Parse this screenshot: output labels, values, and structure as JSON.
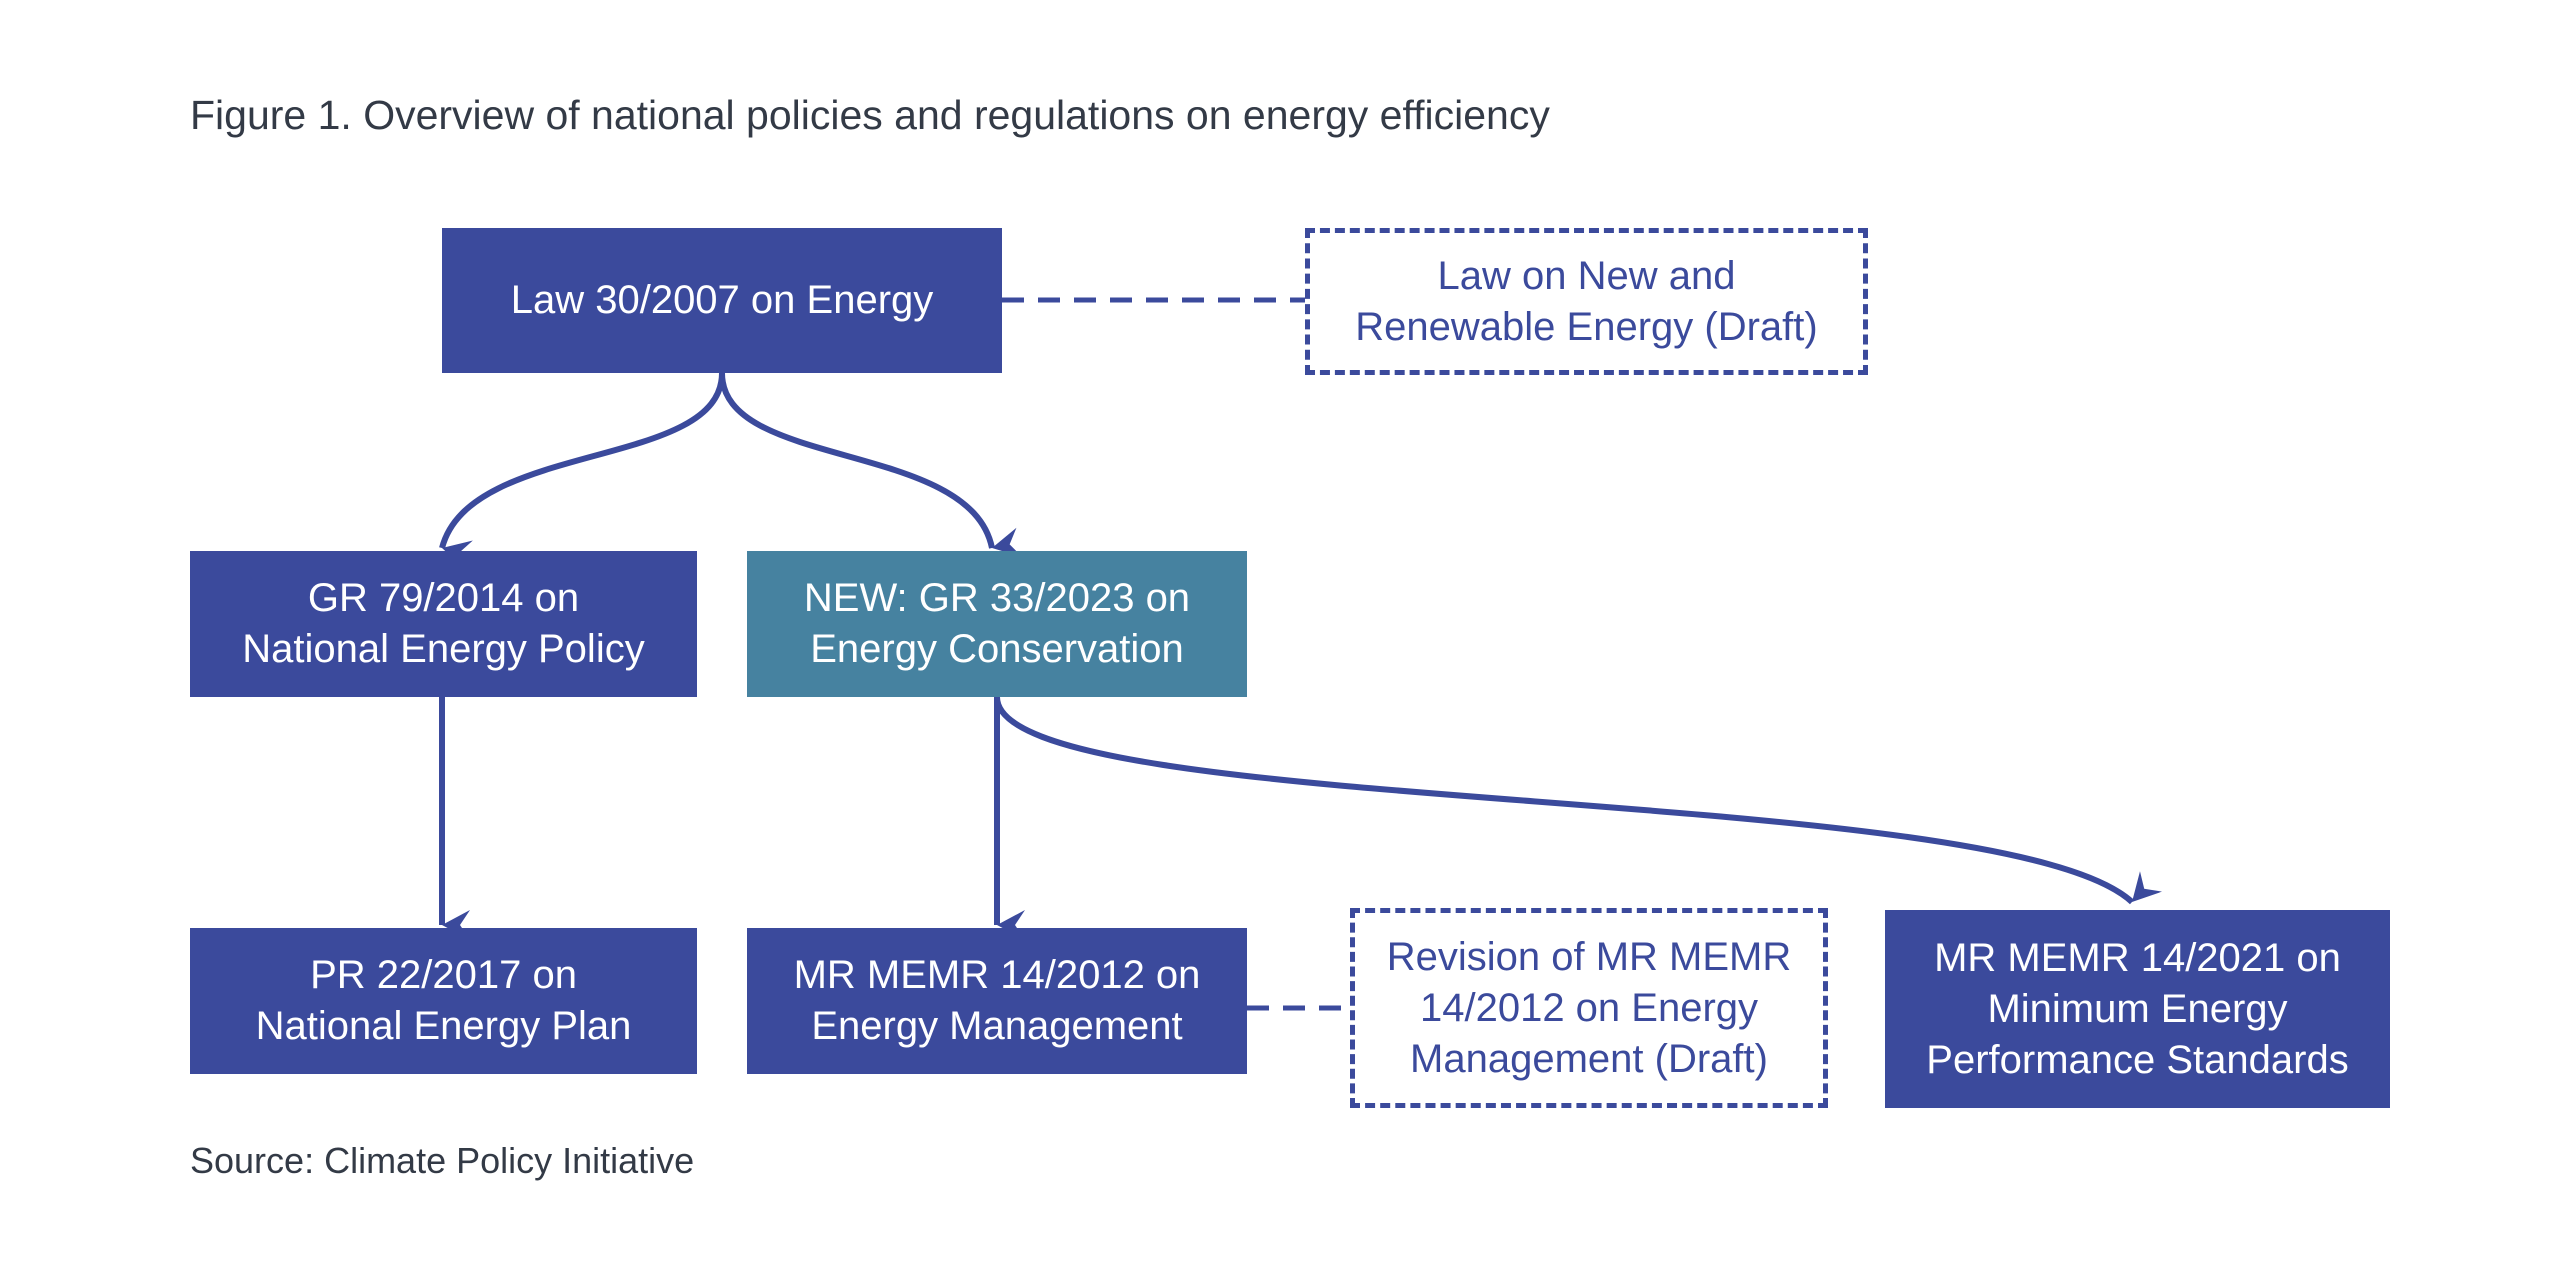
{
  "figure": {
    "title": "Figure 1. Overview of national policies and regulations on energy efficiency",
    "source": "Source: Climate Policy Initiative"
  },
  "colors": {
    "primary": "#3b4a9c",
    "accent": "#4682a0",
    "text": "#333a46",
    "background": "#ffffff"
  },
  "nodes": {
    "law_energy": {
      "lines": [
        "Law 30/2007 on Energy"
      ],
      "style": "solid"
    },
    "law_renewable": {
      "lines": [
        "Law on New and",
        "Renewable Energy (Draft)"
      ],
      "style": "dashed"
    },
    "gr_79": {
      "lines": [
        "GR 79/2014 on",
        "National Energy Policy"
      ],
      "style": "solid"
    },
    "gr_33": {
      "lines": [
        "NEW: GR 33/2023 on",
        "Energy Conservation"
      ],
      "style": "highlight"
    },
    "pr_22": {
      "lines": [
        "PR 22/2017 on",
        "National Energy Plan"
      ],
      "style": "solid"
    },
    "mr_14_2012": {
      "lines": [
        "MR MEMR 14/2012 on",
        "Energy Management"
      ],
      "style": "solid"
    },
    "mr_revision": {
      "lines": [
        "Revision of MR MEMR",
        "14/2012 on Energy",
        "Management (Draft)"
      ],
      "style": "dashed"
    },
    "mr_14_2021": {
      "lines": [
        "MR MEMR 14/2021 on",
        "Minimum Energy",
        "Performance Standards"
      ],
      "style": "solid"
    }
  },
  "edges": [
    {
      "from": "law_energy",
      "to": "gr_79",
      "type": "arrow"
    },
    {
      "from": "law_energy",
      "to": "gr_33",
      "type": "arrow"
    },
    {
      "from": "gr_79",
      "to": "pr_22",
      "type": "arrow"
    },
    {
      "from": "gr_33",
      "to": "mr_14_2012",
      "type": "arrow"
    },
    {
      "from": "gr_33",
      "to": "mr_14_2021",
      "type": "arrow"
    },
    {
      "from": "law_energy",
      "to": "law_renewable",
      "type": "dashed-line"
    },
    {
      "from": "mr_14_2012",
      "to": "mr_revision",
      "type": "dashed-line"
    }
  ]
}
